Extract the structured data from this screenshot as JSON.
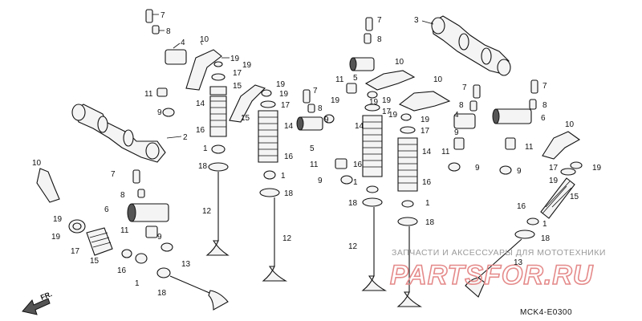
{
  "diagram": {
    "code": "MCK4-E0300",
    "front_label": "FR.",
    "watermark": {
      "line": "ЗАПЧАСТИ И АКСЕССУАРЫ ДЛЯ МОТОТЕХНИКИ",
      "logo": "PARTSFOR.RU"
    },
    "part_numbers": [
      "1",
      "2",
      "3",
      "4",
      "5",
      "6",
      "7",
      "8",
      "9",
      "10",
      "11",
      "12",
      "13",
      "14",
      "15",
      "16",
      "17",
      "18",
      "19"
    ]
  }
}
